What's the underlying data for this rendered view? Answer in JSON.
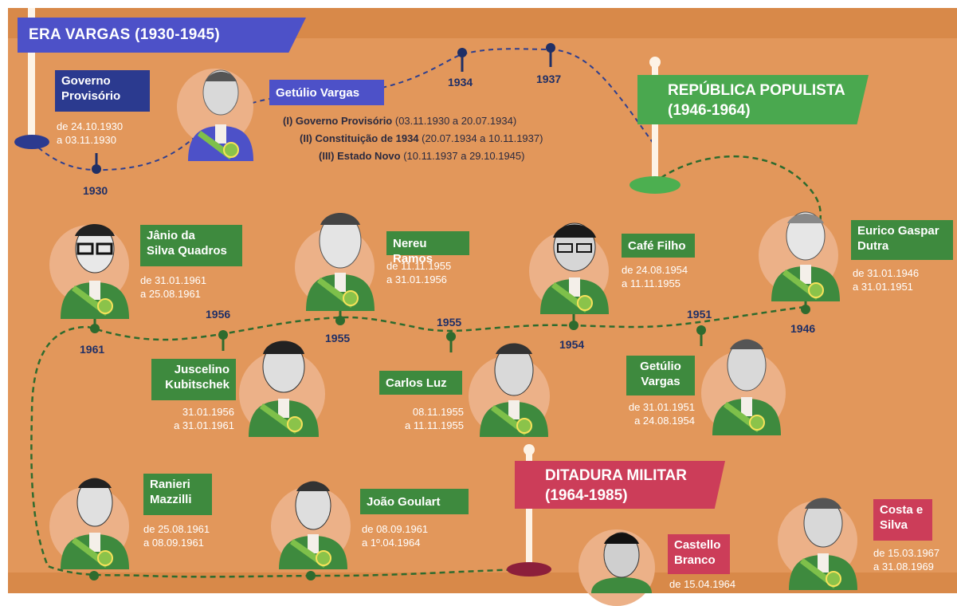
{
  "eras": {
    "vargas": {
      "title": "ERA VARGAS (1930-1945)"
    },
    "populista": {
      "title_line1": "REPÚBLICA POPULISTA",
      "title_line2": "(1946-1964)"
    },
    "ditadura": {
      "title_line1": "DITADURA MILITAR",
      "title_line2": "(1964-1985)"
    }
  },
  "governo_provisorio": {
    "line1": "Governo",
    "line2": "Provisório",
    "date1": "de 24.10.1930",
    "date2": "a 03.11.1930"
  },
  "getulio_1": {
    "name": "Getúlio Vargas"
  },
  "periods": {
    "p1": {
      "label": "(I) Governo Provisório",
      "dates": "(03.11.1930 a 20.07.1934)"
    },
    "p2": {
      "label": "(II) Constituição de 1934",
      "dates": "(20.07.1934 a 10.11.1937)"
    },
    "p3": {
      "label": "(III) Estado Novo",
      "dates": "(10.11.1937 a 29.10.1945)"
    }
  },
  "years": {
    "y1930": "1930",
    "y1934": "1934",
    "y1937": "1937",
    "y1961": "1961",
    "y1956": "1956",
    "y1955a": "1955",
    "y1955b": "1955",
    "y1954": "1954",
    "y1951": "1951",
    "y1946": "1946"
  },
  "presidents": {
    "janio": {
      "line1": "Jânio da",
      "line2": "Silva Quadros",
      "date1": "de 31.01.1961",
      "date2": "a 25.08.1961"
    },
    "nereu": {
      "name": "Nereu Ramos",
      "date1": "de 11.11.1955",
      "date2": "a 31.01.1956"
    },
    "cafe": {
      "name": "Café Filho",
      "date1": "de 24.08.1954",
      "date2": "a 11.11.1955"
    },
    "dutra": {
      "line1": "Eurico Gaspar",
      "line2": "Dutra",
      "date1": "de 31.01.1946",
      "date2": "a 31.01.1951"
    },
    "jk": {
      "line1": "Juscelino",
      "line2": "Kubitschek",
      "date1": "31.01.1956",
      "date2": "a 31.01.1961"
    },
    "luz": {
      "name": "Carlos Luz",
      "date1": "08.11.1955",
      "date2": "a 11.11.1955"
    },
    "getulio_2": {
      "line1": "Getúlio",
      "line2": "Vargas",
      "date1": "de 31.01.1951",
      "date2": "a 24.08.1954"
    },
    "mazzilli": {
      "line1": "Ranieri",
      "line2": "Mazzilli",
      "date1": "de 25.08.1961",
      "date2": "a 08.09.1961"
    },
    "goulart": {
      "name": "João Goulart",
      "date1": "de 08.09.1961",
      "date2": "a 1º.04.1964"
    },
    "castello": {
      "line1": "Castello",
      "line2": "Branco",
      "date1": "de 15.04.1964"
    },
    "costa": {
      "line1": "Costa e",
      "line2": "Silva",
      "date1": "de 15.03.1967",
      "date2": "a 31.08.1969"
    }
  },
  "colors": {
    "background": "#e2975b",
    "green": "#3e8a3e",
    "navy": "#2b3a8f",
    "red": "#cc3d59",
    "banner_blue": "#4d51c8",
    "path": "#2e6b2e"
  }
}
